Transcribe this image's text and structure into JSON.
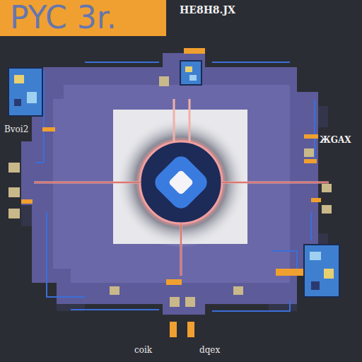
{
  "diagram": {
    "nodes": [
      {
        "text": [
          "PYC 3r."
        ]
      }
    ],
    "labels": [
      "HE8H8.JX",
      "Bvoi2",
      "ЖGAX",
      "coik",
      "dqex"
    ]
  }
}
